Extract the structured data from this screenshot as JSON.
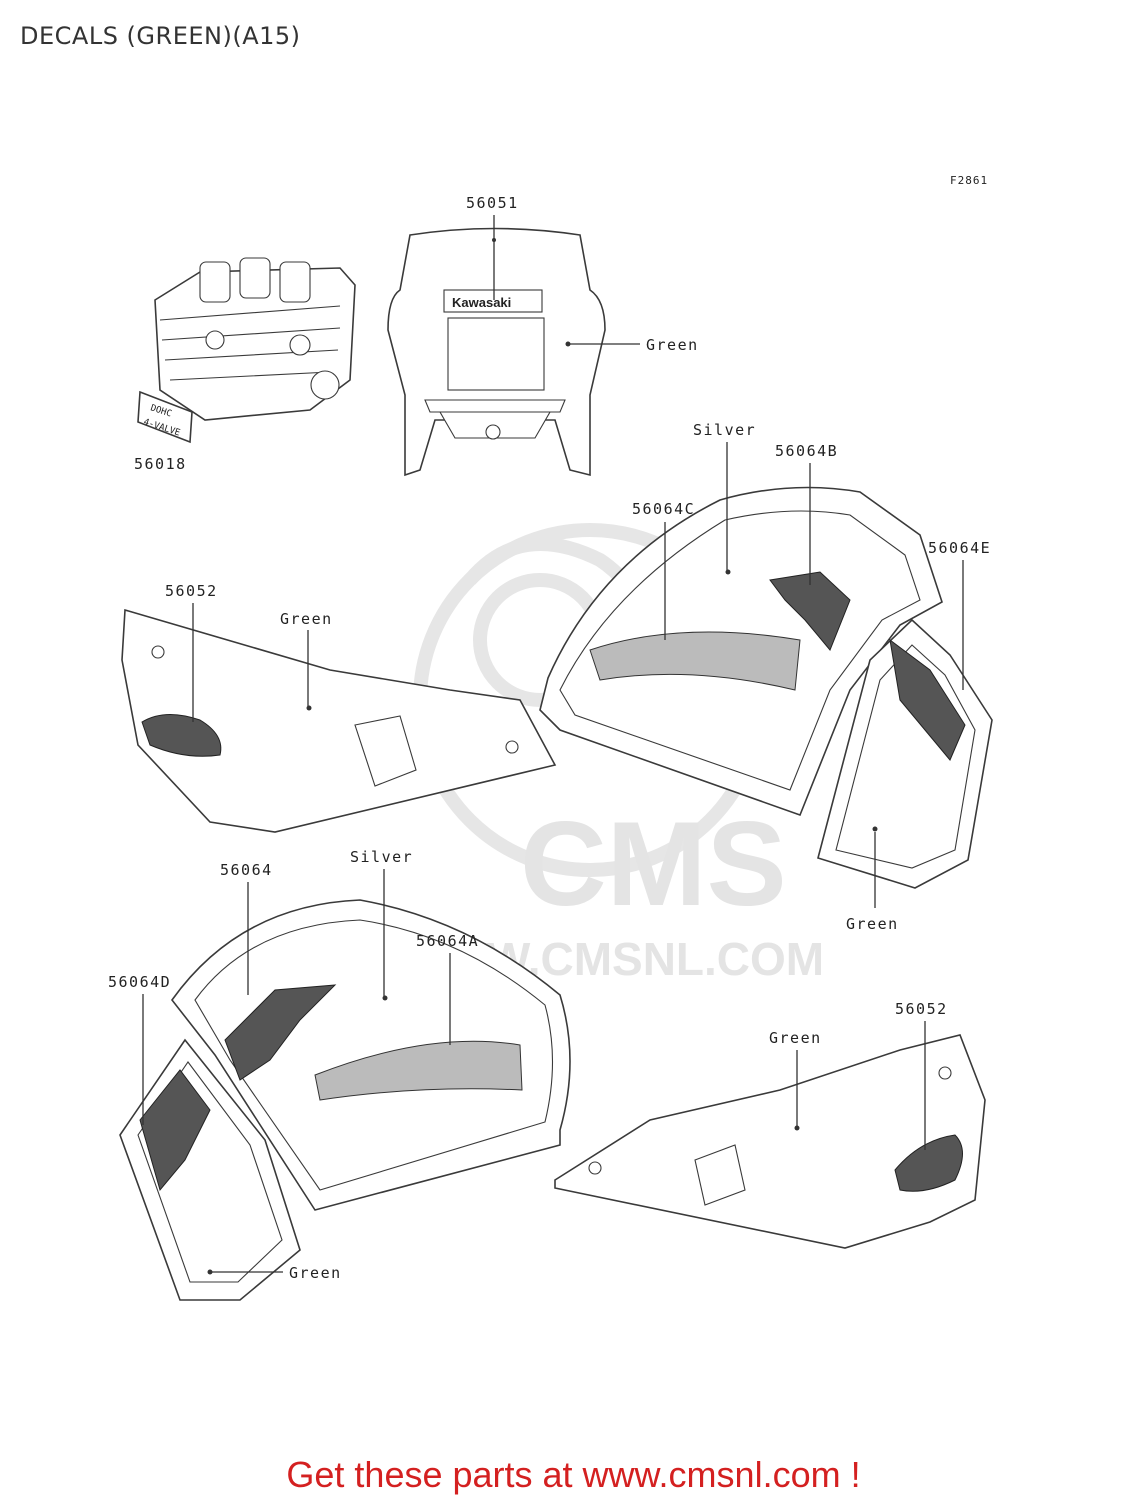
{
  "page": {
    "title": "DECALS (GREEN)(A15)",
    "figure_code": "F2861",
    "footer_cta": "Get these parts at www.cmsnl.com !"
  },
  "watermark": {
    "logo_text": "CMS",
    "url_text": "WWW.CMSNL.COM"
  },
  "labels": {
    "p56051": "56051",
    "p56018": "56018",
    "green_cowl": "Green",
    "silver_top": "Silver",
    "p56064B": "56064B",
    "p56064C": "56064C",
    "p56064E": "56064E",
    "p56052_top": "56052",
    "green_sidecover_top": "Green",
    "green_right_panel": "Green",
    "p56064": "56064",
    "silver_bottom": "Silver",
    "p56064A": "56064A",
    "p56064D": "56064D",
    "p56052_bottom": "56052",
    "green_sidecover_bottom": "Green",
    "green_left_panel": "Green"
  },
  "decal_text": {
    "cowl_logo": "Kawasaki",
    "engine_decal_line1": "DOHC",
    "engine_decal_line2": "4-VALVE"
  },
  "colors": {
    "footer_red": "#d42020",
    "line": "#3a3a3a",
    "watermark": "#e4e4e4"
  }
}
